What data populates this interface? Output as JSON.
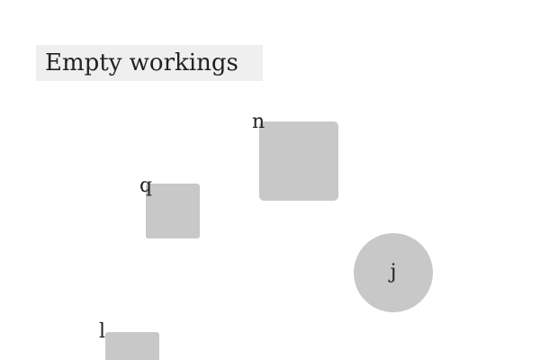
{
  "header": {
    "title": "Empty workings"
  },
  "canvas": {
    "shapes": [
      {
        "label": "n",
        "kind": "rounded-square",
        "color": "#c8c8c8"
      },
      {
        "label": "q",
        "kind": "square",
        "color": "#c8c8c8"
      },
      {
        "label": "j",
        "kind": "circle",
        "color": "#c8c8c8"
      },
      {
        "label": "l",
        "kind": "square",
        "color": "#c8c8c8"
      }
    ]
  }
}
